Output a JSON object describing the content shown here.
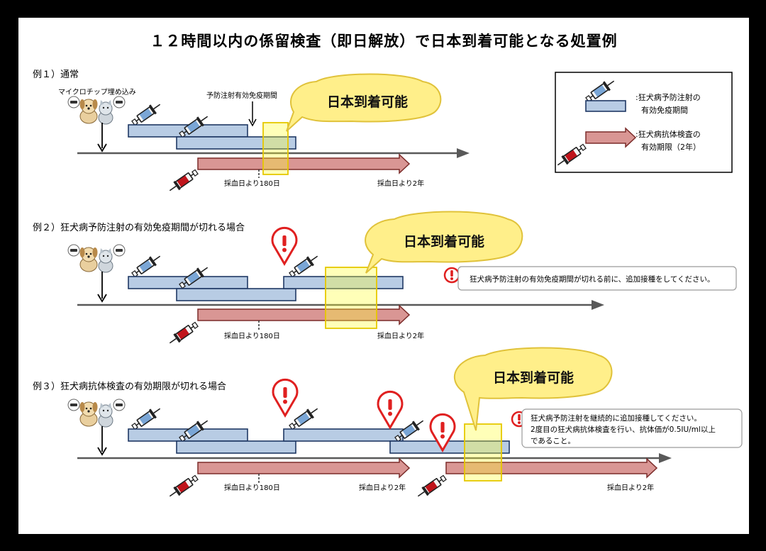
{
  "title": "１２時間以内の係留検査（即日解放）で日本到着可能となる処置例",
  "legend": {
    "injection_label": [
      ":狂犬病予防注射の",
      "有効免疫期間"
    ],
    "antibody_label": [
      ":狂犬病抗体検査の",
      "有効期限（2年）"
    ]
  },
  "labels": {
    "possible": "日本到着可能",
    "days180": "採血日より180日",
    "years2": "採血日より2年",
    "microchip": "マイクロチップ埋め込み",
    "immunity_period": "予防注射有効免疫期間"
  },
  "examples": [
    {
      "heading": "例１）通常"
    },
    {
      "heading": "例２）狂犬病予防注射の有効免疫期間が切れる場合",
      "note": [
        "狂犬病予防注射の有効免疫期間が切れる前に、追加接種をしてください。"
      ]
    },
    {
      "heading": "例３）狂犬病抗体検査の有効期限が切れる場合",
      "note": [
        "狂犬病予防注射を継続的に追加接種してください。",
        "2度目の狂犬病抗体検査を行い、抗体価が0.5IU/ml以上",
        "であること。"
      ]
    }
  ],
  "colors": {
    "injection_fill": "#b8cce4",
    "injection_stroke": "#1f3864",
    "antibody_fill": "#d99694",
    "antibody_stroke": "#7b2c2a",
    "callout_fill": "#ffef8a",
    "highlight_stroke": "#e6c800",
    "warning_red": "#e02020",
    "axis": "#595959"
  },
  "icons": [
    "syringe-icon",
    "blood-syringe-icon",
    "warning-icon",
    "dog-cat-icon",
    "microchip-icon"
  ]
}
